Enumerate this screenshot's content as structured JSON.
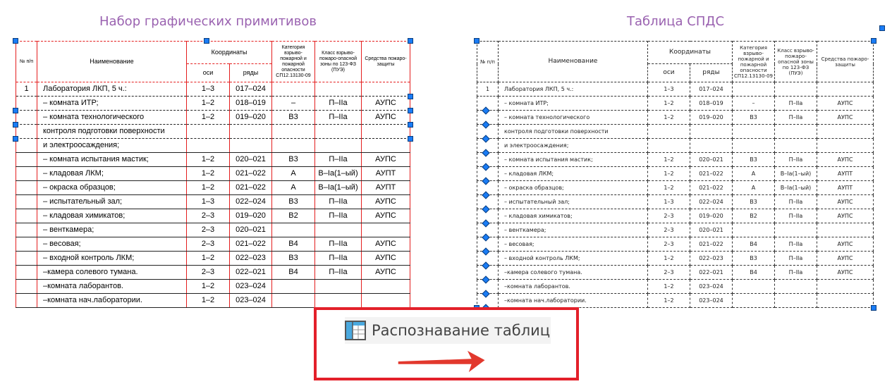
{
  "left_title": "Набор графических примитивов",
  "right_title": "Таблица СПДС",
  "header": {
    "num": "№ п/п",
    "name": "Наименование",
    "coords": "Координаты",
    "axes": "оси",
    "rows": "ряды",
    "category": "Категория взрыво-пожарной и пожарной опасности СП12.13130-09",
    "zone_class": "Класс взрыво-пожаро-опасной зоны по 123-ФЗ (ПУЭ)",
    "protection": "Средства пожаро-защиты"
  },
  "rows": [
    {
      "num": "1",
      "name": "Лаборатория ЛКП, 5 ч.:",
      "axes": "1–3",
      "rows": "017–024",
      "cat": "",
      "zone": "",
      "prot": ""
    },
    {
      "num": "",
      "name": "– комната ИТР;",
      "axes": "1–2",
      "rows": "018–019",
      "cat": "–",
      "zone": "П–IIа",
      "prot": "АУПС"
    },
    {
      "num": "",
      "name": "– комната технологического",
      "axes": "1–2",
      "rows": "019–020",
      "cat": "В3",
      "zone": "П–IIа",
      "prot": "АУПС"
    },
    {
      "num": "",
      "name": "контроля подготовки поверхности",
      "axes": "",
      "rows": "",
      "cat": "",
      "zone": "",
      "prot": ""
    },
    {
      "num": "",
      "name": "и электроосаждения;",
      "axes": "",
      "rows": "",
      "cat": "",
      "zone": "",
      "prot": ""
    },
    {
      "num": "",
      "name": "– комната испытания мастик;",
      "axes": "1–2",
      "rows": "020–021",
      "cat": "В3",
      "zone": "П–IIа",
      "prot": "АУПС"
    },
    {
      "num": "",
      "name": "– кладовая ЛКМ;",
      "axes": "1–2",
      "rows": "021–022",
      "cat": "А",
      "zone": "В–Iа(1–ый)",
      "prot": "АУПТ"
    },
    {
      "num": "",
      "name": "– окраска образцов;",
      "axes": "1–2",
      "rows": "021–022",
      "cat": "А",
      "zone": "В–Iа(1–ый)",
      "prot": "АУПТ"
    },
    {
      "num": "",
      "name": "– испытательный зал;",
      "axes": "1–3",
      "rows": "022–024",
      "cat": "В3",
      "zone": "П–IIа",
      "prot": "АУПС"
    },
    {
      "num": "",
      "name": "– кладовая химикатов;",
      "axes": "2–3",
      "rows": "019–020",
      "cat": "В2",
      "zone": "П–IIа",
      "prot": "АУПС"
    },
    {
      "num": "",
      "name": "– венткамера;",
      "axes": "2–3",
      "rows": "020–021",
      "cat": "",
      "zone": "",
      "prot": ""
    },
    {
      "num": "",
      "name": "– весовая;",
      "axes": "2–3",
      "rows": "021–022",
      "cat": "В4",
      "zone": "П–IIа",
      "prot": "АУПС"
    },
    {
      "num": "",
      "name": "– входной контроль ЛКМ;",
      "axes": "1–2",
      "rows": "022–023",
      "cat": "В3",
      "zone": "П–IIа",
      "prot": "АУПС"
    },
    {
      "num": "",
      "name": "–камера солевого тумана.",
      "axes": "2–3",
      "rows": "022–021",
      "cat": "В4",
      "zone": "П–IIа",
      "prot": "АУПС"
    },
    {
      "num": "",
      "name": "–комната лаборантов.",
      "axes": "1–2",
      "rows": "023–024",
      "cat": "",
      "zone": "",
      "prot": ""
    },
    {
      "num": "",
      "name": "–комната нач.лаборатории.",
      "axes": "1–2",
      "rows": "023–024",
      "cat": "",
      "zone": "",
      "prot": ""
    }
  ],
  "command": {
    "label": "Распознавание таблиц",
    "icon": "table-recognition-icon"
  },
  "colors": {
    "accent_red": "#e3202a",
    "grip_blue": "#1a7cf5",
    "title_purple": "#9a62b0"
  }
}
